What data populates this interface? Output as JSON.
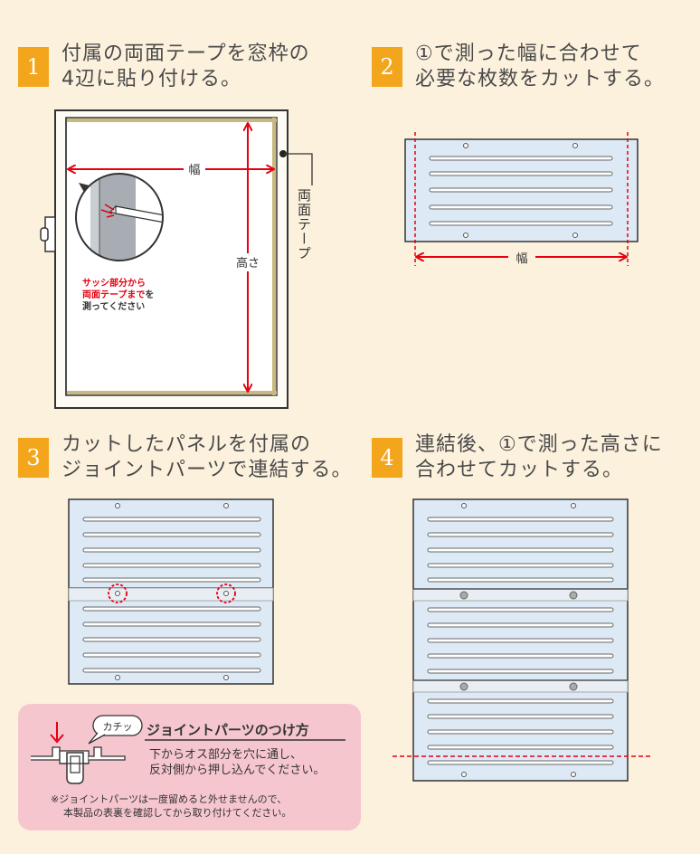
{
  "steps": [
    {
      "num": "1",
      "line1": "付属の両面テープを窓枠の",
      "line2": "4辺に貼り付ける。"
    },
    {
      "num": "2",
      "line1": "①で測った幅に合わせて",
      "line2": "必要な枚数をカットする。"
    },
    {
      "num": "3",
      "line1": "カットしたパネルを付属の",
      "line2": "ジョイントパーツで連結する。"
    },
    {
      "num": "4",
      "line1": "連結後、①で測った高さに",
      "line2": "合わせてカットする。"
    }
  ],
  "diagram1": {
    "width_label": "幅",
    "height_label": "高さ",
    "tape_label": "両面テープ",
    "note_red1": "サッシ部分から",
    "note_red2": "両面テープまで",
    "note_black2": "を",
    "note_line3": "測ってください"
  },
  "diagram2": {
    "width_label": "幅"
  },
  "joint_note": {
    "title": "ジョイントパーツのつけ方",
    "click_label": "カチッ",
    "body1": "下からオス部分を穴に通し、",
    "body2": "反対側から押し込んでください。",
    "foot1": "※ジョイントパーツは一度留めると外せませんので、",
    "foot2": "本製品の表裏を確認してから取り付けてください。"
  },
  "colors": {
    "background": "#fcf1dd",
    "step_badge": "#f3a51c",
    "panel_fill": "#ddeaf6",
    "accent_red": "#e60012",
    "note_box": "#f6c6cf"
  }
}
